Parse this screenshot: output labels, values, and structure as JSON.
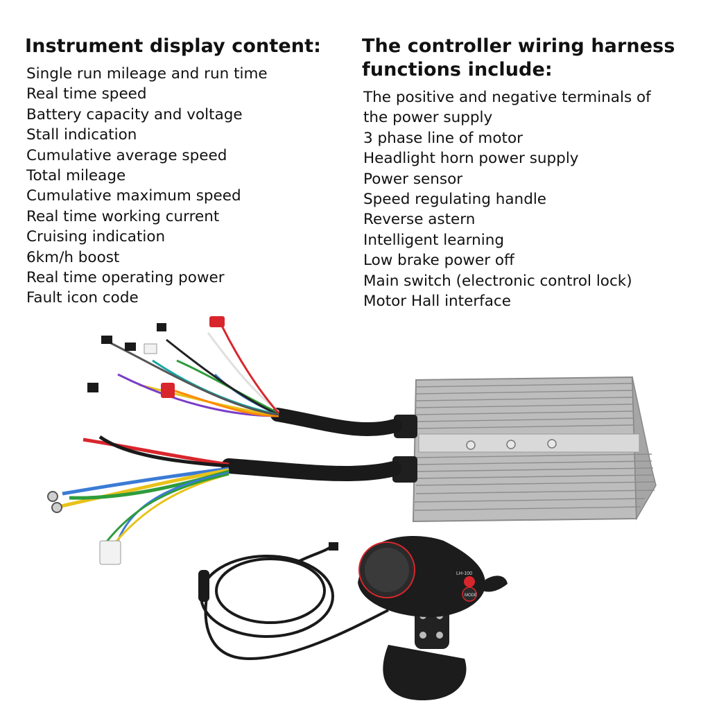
{
  "left_column": {
    "heading": "Instrument display content:",
    "items": [
      "Single run mileage and run time",
      "Real time speed",
      "Battery capacity and voltage",
      "Stall indication",
      "Cumulative average speed",
      "Total mileage",
      "Cumulative maximum speed",
      "Real time working current",
      "Cruising indication",
      "6km/h boost",
      "Real time operating power",
      "Fault icon code"
    ]
  },
  "right_column": {
    "heading_line1": "The controller wiring harness",
    "heading_line2": "functions include:",
    "items": [
      "The positive and negative terminals of the power supply",
      "3 phase line of motor",
      "Headlight horn power supply",
      "Power sensor",
      "Speed regulating handle",
      "Reverse astern",
      "Intelligent learning",
      "Low brake power off",
      "Main switch (electronic control lock)",
      "Motor Hall interface"
    ]
  },
  "display_unit": {
    "model_label": "LH-100",
    "mode_label": "MODE"
  },
  "colors": {
    "text": "#111111",
    "housing": "#c9c9c9",
    "display_body": "#1c1c1c",
    "accent_red": "#d8262c"
  }
}
